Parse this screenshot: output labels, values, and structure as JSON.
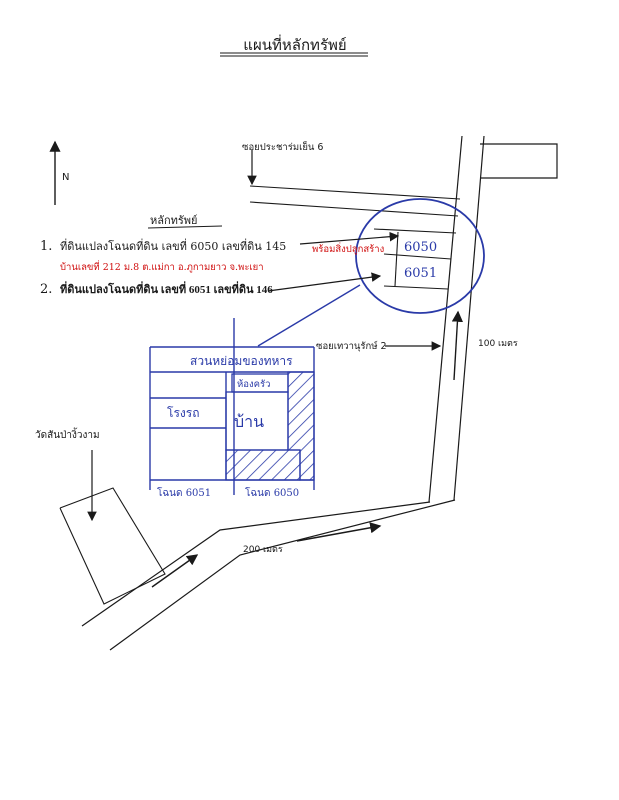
{
  "title": "แผนที่หลักทรัพย์",
  "north": "N",
  "roads": {
    "soi_top": "ซอยประชาร่มเย็น 6",
    "soi_right": "ซอยเทวานุรักษ์ 2",
    "dist_main": "200 เมตร",
    "dist_side": "100 เมตร"
  },
  "landmark": "วัดสันป่างิ้วงาม",
  "legend": {
    "heading": "หลักทรัพย์",
    "item1_num": "1.",
    "item1_text": "ที่ดินแปลงโฉนดที่ดิน เลขที่ 6050 เลขที่ดิน 145",
    "item1_extra": "พร้อมสิ่งปลูกสร้าง",
    "item1_address": "บ้านเลขที่ 212 ม.8 ต.แม่กา อ.ภูกามยาว จ.พะเยา",
    "item2_num": "2.",
    "item2_text": "ที่ดินแปลงโฉนดที่ดิน เลขที่ 6051 เลขที่ดิน 146"
  },
  "plots": {
    "p6050": "6050",
    "p6051": "6051"
  },
  "detail": {
    "top_label": "สวนหย่อมของทหาร",
    "kitchen": "ห้องครัว",
    "garage": "โรงรถ",
    "house": "บ้าน",
    "deed_6051": "โฉนด 6051",
    "deed_6050": "โฉนด 6050"
  },
  "colors": {
    "ink": "#1a1a1a",
    "blue_ink": "#2a3aa8",
    "red_ink": "#d01010"
  }
}
